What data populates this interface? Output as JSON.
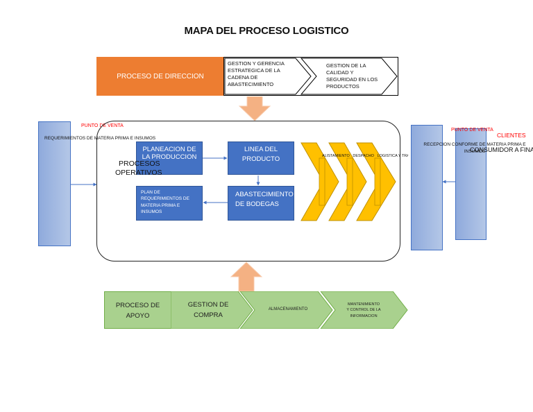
{
  "title": "MAPA DEL PROCESO LOGISTICO",
  "direccion": {
    "label": "PROCESO DE DIRECCION",
    "chevron1": [
      "GESTION Y GERENCIA",
      "ESTRATEGICA DE LA",
      "CADENA DE",
      "ABASTECIMIENTO"
    ],
    "chevron2": [
      "GESTION DE LA",
      "CALIDAD Y",
      "SEGURIDAD EN LOS",
      "PRODUCTOS"
    ]
  },
  "left_bar": {
    "punto_venta": "PUNTO DE VENTA",
    "requerimientos": "REQUERIMIENTOS DE MATERIA PRIMA E INSUMOS"
  },
  "operativos": {
    "label": [
      "PROCESOS",
      "OPERATIVOS"
    ],
    "planeacion": [
      "PLANEACION DE",
      "LA PRODUCCION"
    ],
    "linea": [
      "LINEA DEL",
      "PRODUCTO"
    ],
    "plan": [
      "PLAN DE",
      "REQUERIMIENTOS DE",
      "MATERIA PRIMA E",
      "INSUMOS"
    ],
    "abastecimiento": [
      "ABASTECIMIENTO",
      "DE BODEGAS"
    ],
    "chevrons_text": "ALISTAMIENTO   DESPACHO   LOGISTICA Y TRANSPORTE"
  },
  "right": {
    "punto_venta": "PUNTO DE VENTA",
    "clientes": "CLIENTES",
    "recepcion": "RECEPCION CONFORME DE MATERIA PRIMA E INSUMOS",
    "consumidor": "CONSUMIDOR A FINAL"
  },
  "apoyo": {
    "label": [
      "PROCESO DE",
      "APOYO"
    ],
    "compra": [
      "GESTION DE",
      "COMPRA"
    ],
    "almacenamiento": "ALMACENAMIENTO",
    "mantenimiento": [
      "MANTENIMIENTO",
      "Y CONTROL DE LA",
      "INFORMACION"
    ]
  },
  "colors": {
    "orange": "#ed7d31",
    "blue": "#4472c4",
    "light_blue": "#8faadc",
    "gold": "#ffc000",
    "salmon_arrow": "#f4b183",
    "green": "#a9d18e"
  }
}
